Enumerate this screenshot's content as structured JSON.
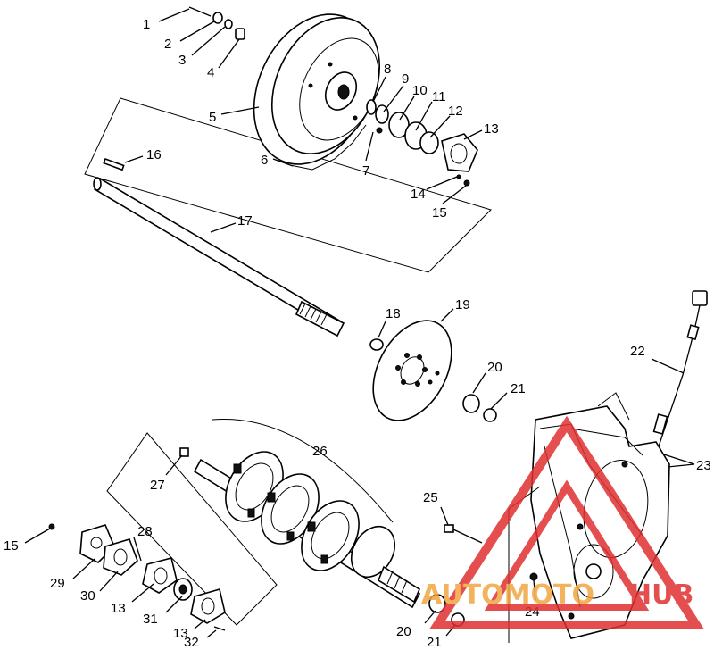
{
  "labels": {
    "l1": "1",
    "l2": "2",
    "l3": "3",
    "l4": "4",
    "l5": "5",
    "l6": "6",
    "l7": "7",
    "l8": "8",
    "l9": "9",
    "l10": "10",
    "l11": "11",
    "l12": "12",
    "l13a": "13",
    "l14": "14",
    "l15a": "15",
    "l16": "16",
    "l17": "17",
    "l18": "18",
    "l19": "19",
    "l20a": "20",
    "l21a": "21",
    "l22": "22",
    "l23": "23",
    "l24": "24",
    "l25": "25",
    "l26": "26",
    "l27": "27",
    "l28": "28",
    "l29": "29",
    "l30": "30",
    "l13b": "13",
    "l31": "31",
    "l13c": "13",
    "l32": "32",
    "l15b": "15",
    "l20b": "20",
    "l21b": "21"
  },
  "watermark": {
    "text_auto": "AUTOMOTO",
    "text_hub": "HUB",
    "color_red": "#e03030",
    "color_orange": "#f2a640"
  }
}
